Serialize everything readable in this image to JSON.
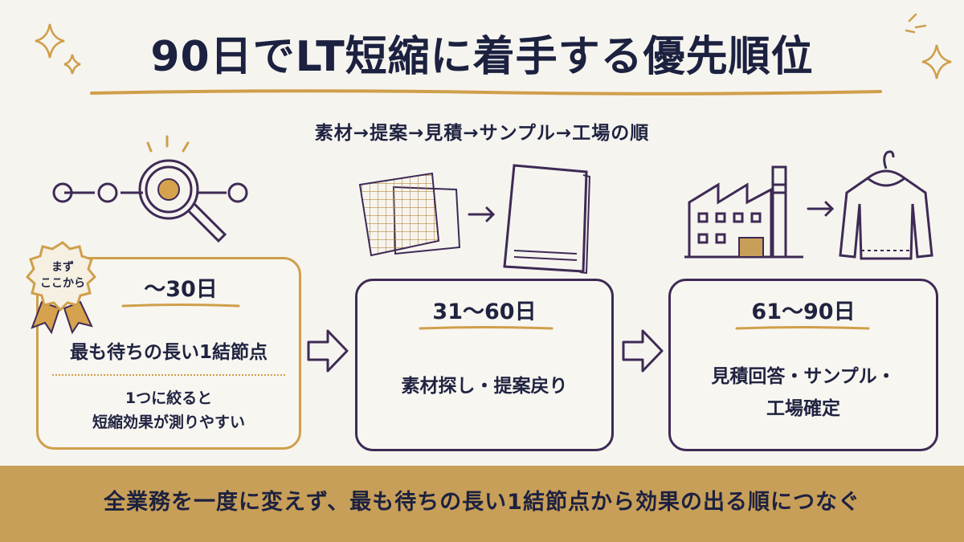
{
  "title": "90日でLT短縮に着手する優先順位",
  "subtitle": "素材→提案→見積→サンプル→工場の順",
  "badge": {
    "line1": "まず",
    "line2": "ここから"
  },
  "phases": [
    {
      "period": "〜30日",
      "text": "最も待ちの長い1結節点",
      "note_line1": "1つに絞ると",
      "note_line2": "短縮効果が測りやすい"
    },
    {
      "period": "31〜60日",
      "text": "素材探し・提案戻り"
    },
    {
      "period": "61〜90日",
      "text_line1": "見積回答・サンプル・",
      "text_line2": "工場確定"
    }
  ],
  "footer": "全業務を一度に変えず、最も待ちの長い1結節点から効果の出る順につなぐ",
  "colors": {
    "accent_gold": "#cf9f4b",
    "accent_purple": "#3e2a55",
    "text_navy": "#1f2340",
    "footer_band": "#c89f58"
  }
}
